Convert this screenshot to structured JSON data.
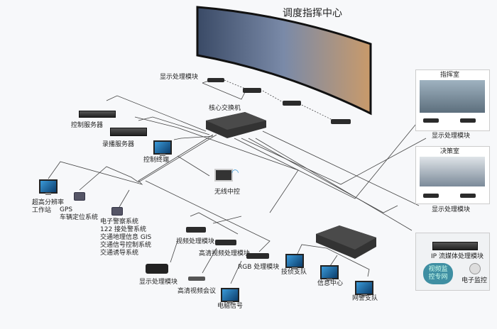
{
  "title": "调度指挥中心",
  "labels": {
    "display_module_top": "显示处理模块",
    "core_switch": "核心交换机",
    "control_server": "控制服务器",
    "recording_server": "录播服务器",
    "control_terminal": "控制终端",
    "wireless_control": "无线中控",
    "workstation": [
      "超高分辨率",
      "工作站"
    ],
    "gps": [
      "GPS",
      "车辆定位系统"
    ],
    "systems": [
      "电子警察系统",
      "122 接处警系统",
      "交通地理信息 GIS",
      "交通信号控制系统",
      "交通诱导系统"
    ],
    "video_module": "视频处理模块",
    "hd_video_module": "高清视频处理模块",
    "rgb_module": "RGB 处理模块",
    "display_module_camera": "显示处理模块",
    "hd_conference": "高清视频会议",
    "pc_signal": "电脑信号",
    "tech_detachment": "技侦支队",
    "info_center": "信息中心",
    "cyber_detachment": "网警支队",
    "command_room": "指挥室",
    "command_display": "显示处理模块",
    "decision_room": "决策室",
    "decision_display": "显示处理模块",
    "ip_stream": "IP 流媒体处理模块",
    "video_net": [
      "视频监",
      "控专网"
    ],
    "e_monitor": "电子监控"
  }
}
